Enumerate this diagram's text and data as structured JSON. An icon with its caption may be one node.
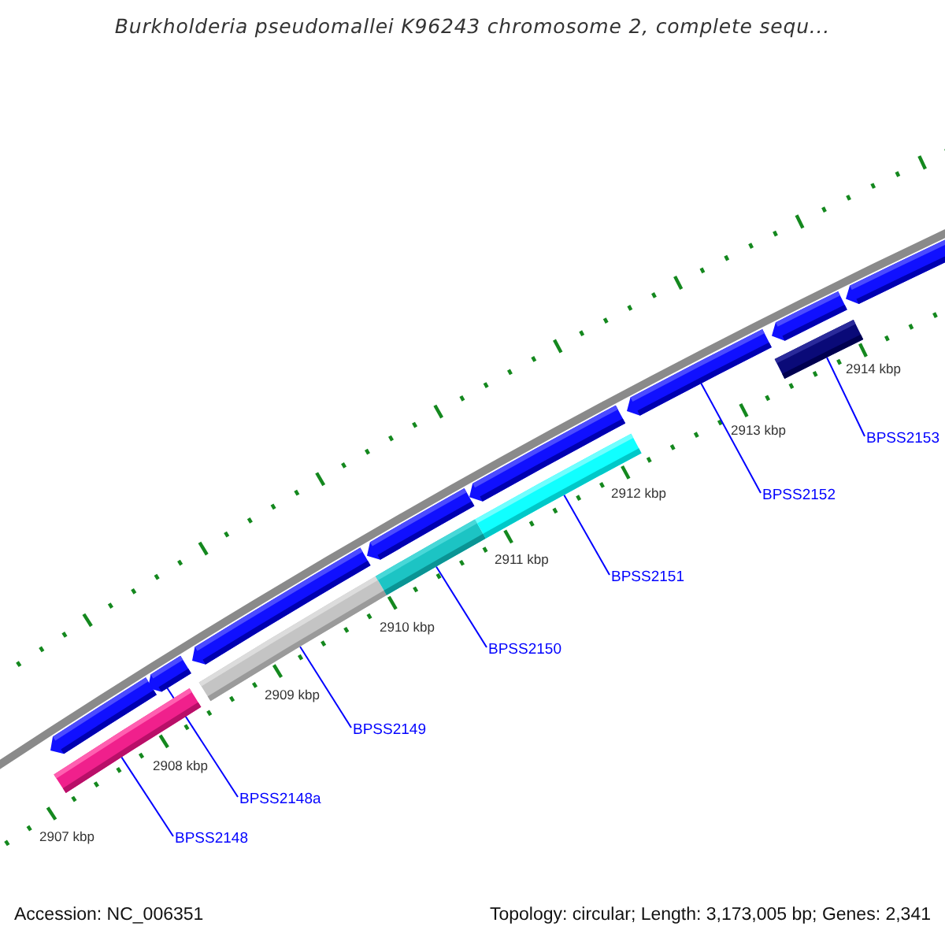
{
  "diagram": {
    "title": "Burkholderia pseudomallei K96243 chromosome 2, complete sequ...",
    "nodes": [
      {
        "text": [],
        "shape": "pentagon"
      },
      {
        "text": [],
        "shape": "pentagon"
      },
      {
        "text": [],
        "shape": "pentagon"
      },
      {
        "text": [],
        "shape": "pentagon"
      },
      {
        "text": [],
        "shape": "pentagon"
      },
      {
        "text": [],
        "shape": "pentagon"
      },
      {
        "text": [],
        "shape": "pentagon"
      },
      {
        "text": [],
        "shape": "pentagon"
      },
      {
        "text": [],
        "shape": "bar"
      },
      {
        "text": [],
        "shape": "bar"
      },
      {
        "text": [],
        "shape": "bar"
      },
      {
        "text": [],
        "shape": "bar"
      },
      {
        "text": [],
        "shape": "bar"
      },
      {
        "text": [
          "BPSS2148"
        ]
      },
      {
        "text": [
          "BPSS2148a"
        ]
      },
      {
        "text": [
          "BPSS2149"
        ]
      },
      {
        "text": [
          "BPSS2150"
        ]
      },
      {
        "text": [
          "BPSS2151"
        ]
      },
      {
        "text": [
          "BPSS2152"
        ]
      },
      {
        "text": [
          "BPSS2153"
        ]
      }
    ],
    "edges": [
      {
        "from": 13,
        "to": 8,
        "arrow": "none"
      },
      {
        "from": 14,
        "to": 1,
        "arrow": "none"
      },
      {
        "from": 15,
        "to": 9,
        "arrow": "none"
      },
      {
        "from": 16,
        "to": 10,
        "arrow": "none"
      },
      {
        "from": 17,
        "to": 11,
        "arrow": "none"
      },
      {
        "from": 18,
        "to": 5,
        "arrow": "none"
      },
      {
        "from": 19,
        "to": 12,
        "arrow": "none"
      }
    ],
    "labels": [
      "2907 kbp",
      "2908 kbp",
      "2909 kbp",
      "2910 kbp",
      "2911 kbp",
      "2912 kbp",
      "2913 kbp",
      "2914 kbp",
      "Accession: NC_006351",
      "Topology: circular; Length: 3,173,005 bp; Genes: 2,341"
    ]
  }
}
